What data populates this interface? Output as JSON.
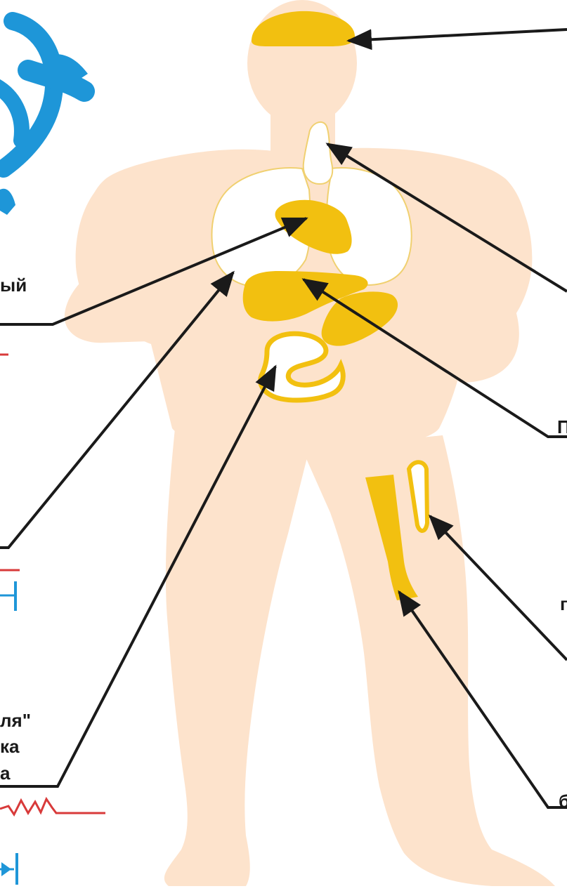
{
  "labels": {
    "left_1": "ый",
    "left_2": "ля\"",
    "left_3": "ка",
    "left_4": "а",
    "right_1": "П",
    "right_2": "п",
    "right_3": "б"
  },
  "colors": {
    "background": "#ffffff",
    "body_skin": "#fde3cc",
    "organ_yellow": "#f2c010",
    "lungs_white": "#ffffff",
    "organ_outline": "#f0d070",
    "arrow": "#1a1a1a",
    "logo_blue": "#1e96d8",
    "ecg_red": "#d83a3a",
    "ecg_blue": "#1e96d8"
  },
  "icons": {
    "logo": "blue-medical-logo-icon"
  }
}
